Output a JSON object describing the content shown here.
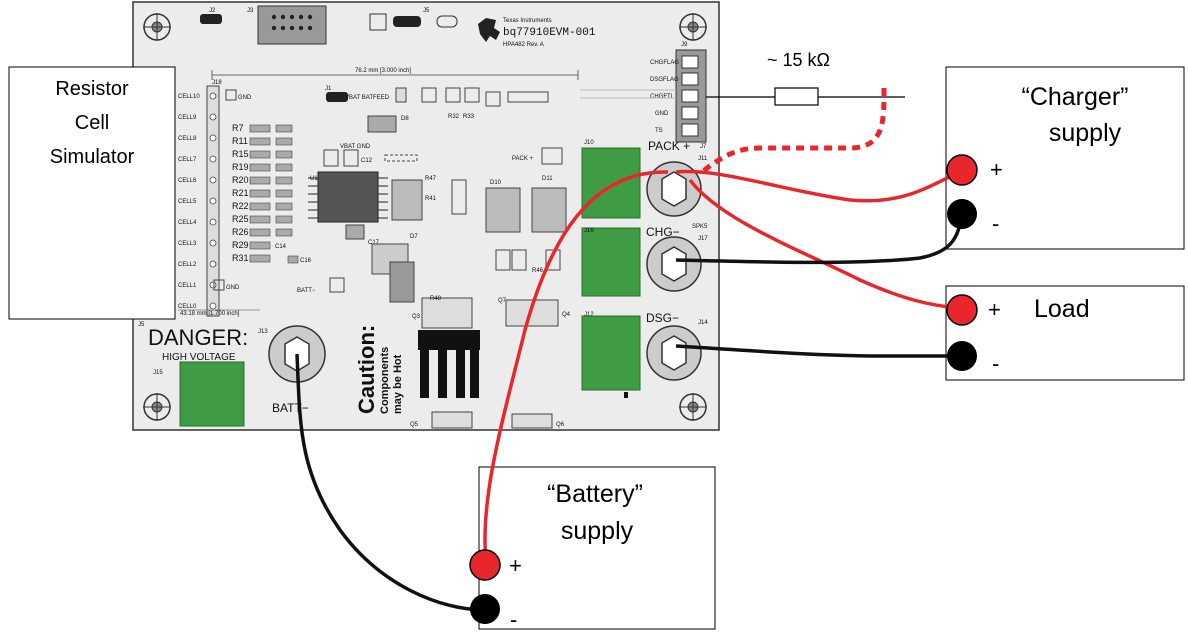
{
  "board": {
    "ti_brand": "Texas Instruments",
    "model": "bq77910EVM-001",
    "revision": "HPA482 Rev. A",
    "dimension_top": "76.2 mm [3.000 inch]",
    "dimension_side": "43.18 mm [1.700 inch]",
    "danger_title": "DANGER:",
    "danger_sub": "HIGH VOLTAGE",
    "caution_title": "Caution:",
    "caution_line1": "Components",
    "caution_line2": "may be Hot",
    "pack_plus": "PACK +",
    "chg_minus": "CHG−",
    "dsg_minus": "DSG−",
    "batt_minus": "BATT−",
    "j9_pins": [
      "CHGFLAG",
      "DSGFLAG",
      "CHGFTL",
      "GND",
      "TS"
    ],
    "cell_labels": [
      "CELL10",
      "CELL9",
      "CELL8",
      "CELL7",
      "CELL6",
      "CELL5",
      "CELL4",
      "CELL3",
      "CELL2",
      "CELL1",
      "CELL0"
    ],
    "resistor_labels": [
      "R7",
      "R11",
      "R15",
      "R19",
      "R20",
      "R21",
      "R22",
      "R25",
      "R26",
      "R29",
      "R31"
    ],
    "refdes": {
      "j2": "J2",
      "j3": "J3",
      "j5": "J5",
      "j1": "J1",
      "j9": "J9",
      "j7": "J7",
      "j11": "J11",
      "j10": "J10",
      "j16": "J16",
      "j17": "J17",
      "j12": "J12",
      "j14": "J14",
      "j13": "J13",
      "j15": "J15",
      "j5b": "J5",
      "j18": "J18",
      "spk5": "SPK5",
      "u1": "U1",
      "d10": "D10",
      "d11": "D11",
      "d8": "D8",
      "d7": "D7",
      "q3": "Q3",
      "q4": "Q4",
      "q5": "Q5",
      "q6": "Q6",
      "q7": "Q7",
      "r47": "R47",
      "r41": "R41",
      "r46": "R46",
      "r48": "R48",
      "r32": "R32",
      "r33": "R33",
      "c12": "C12",
      "c14": "C14",
      "c16": "C16",
      "c17": "C17",
      "pack_pad": "PACK +",
      "batt_pad": "BATT−",
      "gnd1": "GND",
      "gnd2": "GND",
      "vbat_batfeed": "VBAT BATFEED",
      "vbat_gnd": "VBAT GND"
    }
  },
  "annotations": {
    "resistor_value": "~ 15 kΩ",
    "cell_sim": [
      "Resistor",
      "Cell",
      "Simulator"
    ],
    "charger": [
      "“Charger”",
      "supply"
    ],
    "load": "Load",
    "battery": [
      "“Battery”",
      "supply"
    ],
    "plus": "+",
    "minus": "-"
  },
  "colors": {
    "positive_wire": "#e8262b",
    "negative_wire": "#111111",
    "terminal_pad": "#3f9c45",
    "board_bg": "#ececec"
  }
}
